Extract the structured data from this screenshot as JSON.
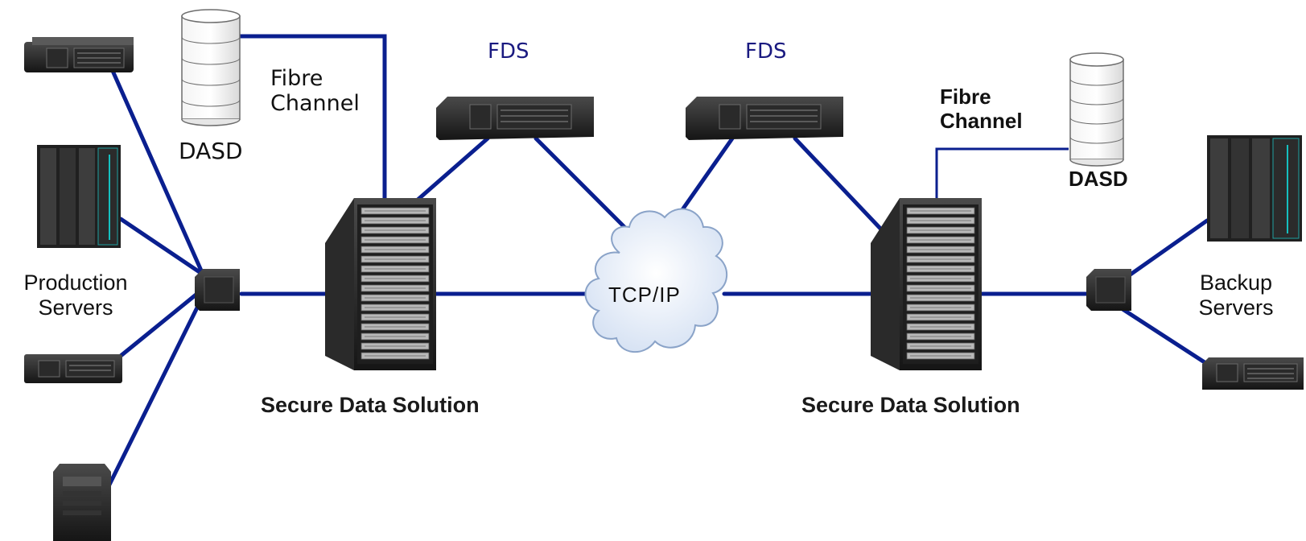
{
  "diagram": {
    "labels": {
      "production_servers": [
        "Production",
        "Servers"
      ],
      "backup_servers": [
        "Backup",
        "Servers"
      ],
      "dasd_left": "DASD",
      "dasd_right": "DASD",
      "fibre_channel_left": [
        "Fibre",
        "Channel"
      ],
      "fibre_channel_right": [
        "Fibre",
        "Channel"
      ],
      "fds_left": "FDS",
      "fds_right": "FDS",
      "tcp_ip": "TCP/IP",
      "secure_data_solution_left": "Secure Data Solution",
      "secure_data_solution_right": "Secure Data Solution"
    },
    "colors": {
      "link": "#0a1f8f",
      "device_dark": "#1b1b1b",
      "device_mid": "#3a3a3a",
      "cloud_fill": "#e4ecf8",
      "cloud_stroke": "#8aa3c8"
    },
    "icons": [
      "rack-server-icon",
      "tower-server-icon",
      "network-switch-icon",
      "disk-storage-icon",
      "secure-data-server-icon",
      "cloud-network-icon"
    ]
  }
}
